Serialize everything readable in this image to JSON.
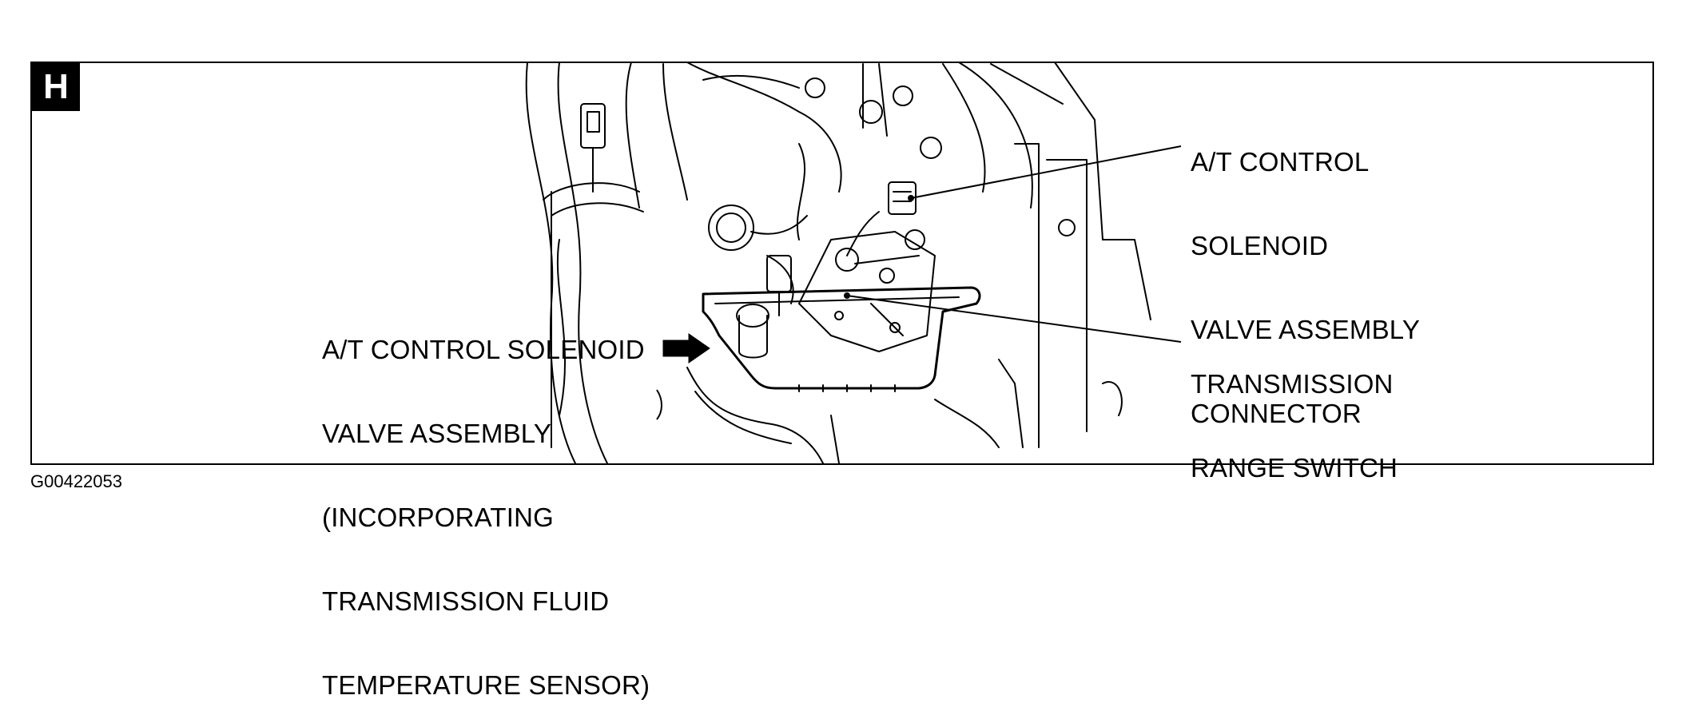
{
  "panel": {
    "letter": "H"
  },
  "callouts": {
    "connector": [
      "A/T CONTROL",
      "SOLENOID",
      "VALVE ASSEMBLY",
      "CONNECTOR"
    ],
    "solenoid": [
      "A/T CONTROL SOLENOID",
      "VALVE ASSEMBLY",
      "(INCORPORATING",
      "TRANSMISSION FLUID",
      "TEMPERATURE SENSOR)"
    ],
    "range_switch": [
      "TRANSMISSION",
      "RANGE SWITCH"
    ]
  },
  "figure_id": "G00422053"
}
